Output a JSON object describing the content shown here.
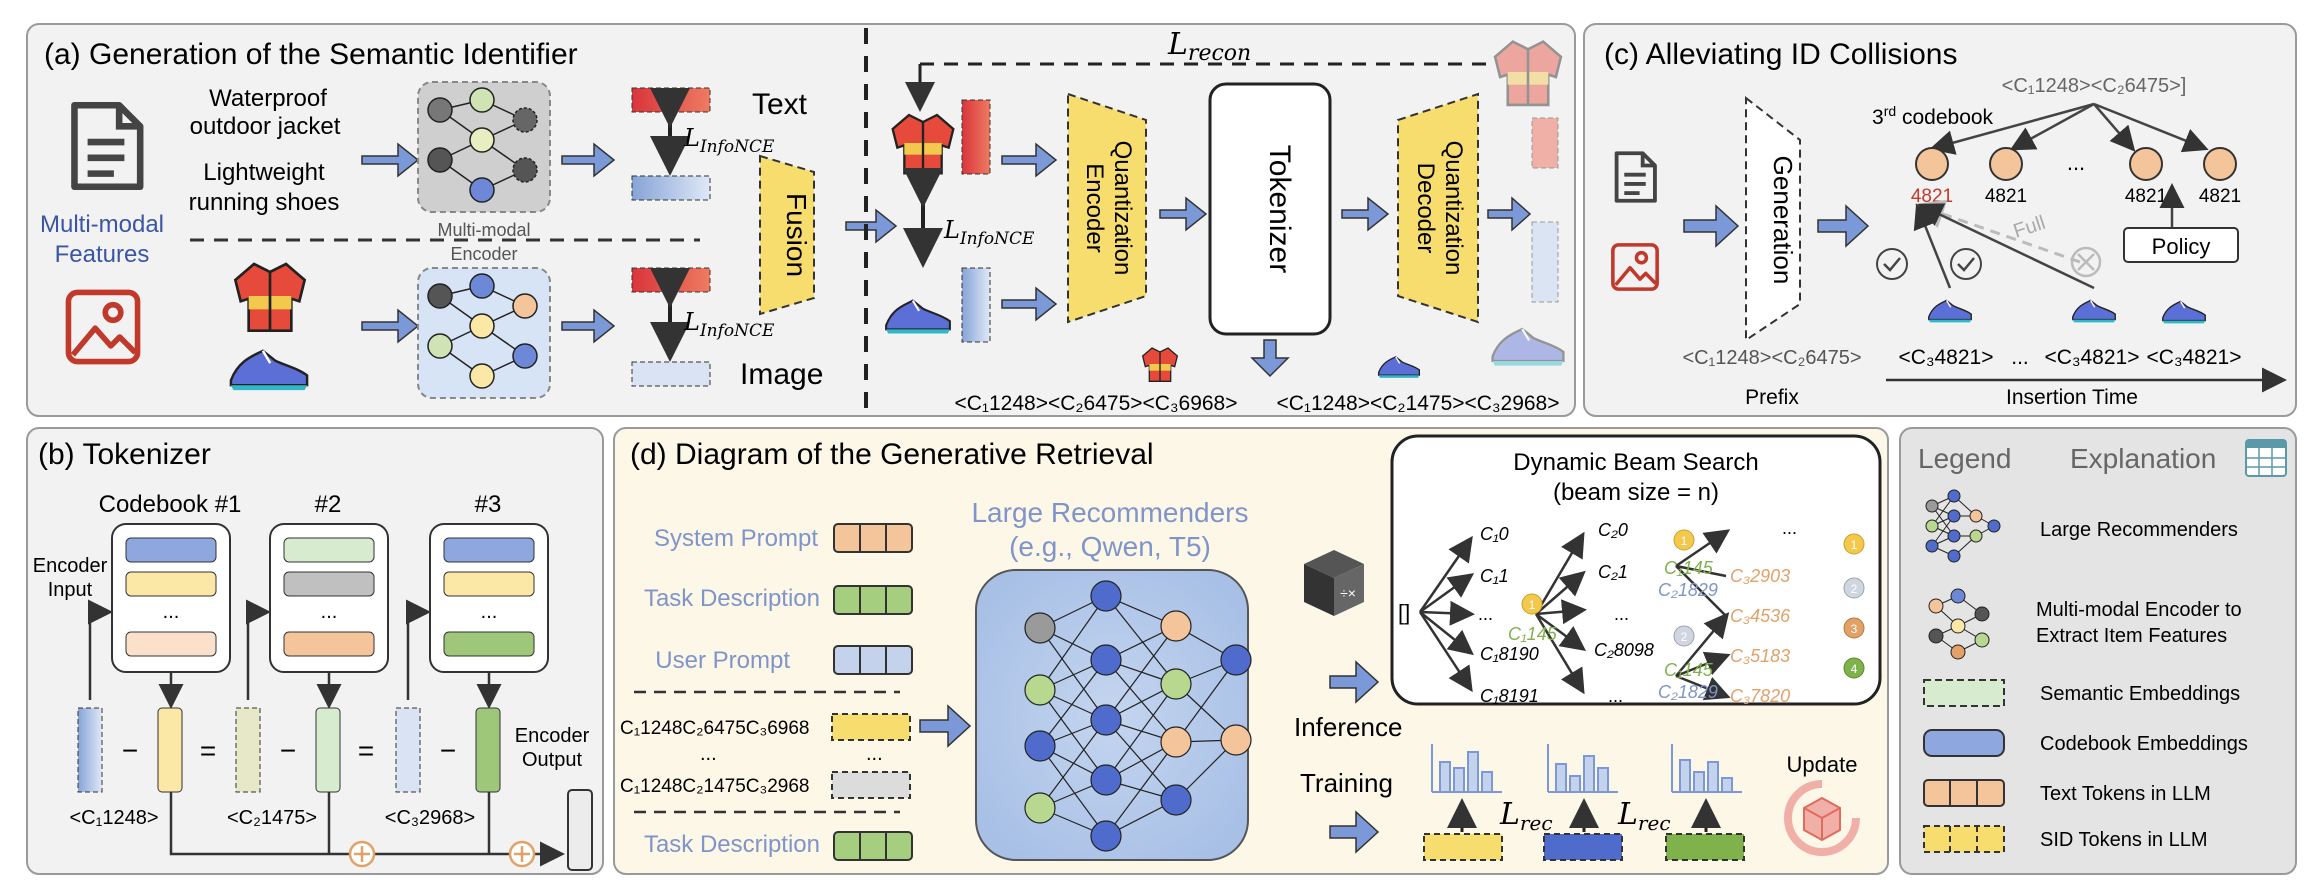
{
  "panel_a": {
    "title": "(a) Generation of the Semantic Identifier",
    "text_example_1": "Waterproof",
    "text_example_2": "outdoor jacket",
    "text_example_3": "Lightweight",
    "text_example_4": "running shoes",
    "features_1": "Multi-modal",
    "features_2": "Features",
    "encoder_1": "Multi-modal",
    "encoder_2": "Encoder",
    "loss_infonce": "L",
    "loss_infonce_sub": "InfoNCE",
    "text_label": "Text",
    "image_label": "Image",
    "fusion": "Fusion",
    "recon": "L",
    "recon_sub": "recon",
    "quant_encoder_1": "Quantization",
    "quant_encoder_2": "Encoder",
    "tokenizer": "Tokenizer",
    "quant_decoder_1": "Quantization",
    "quant_decoder_2": "Decoder",
    "sid_jacket": "<C₁1248><C₂6475><C₃6968>",
    "sid_shoe": "<C₁1248><C₂1475><C₃2968>"
  },
  "panel_b": {
    "title": "(b)  Tokenizer",
    "codebook_1": "Codebook #1",
    "codebook_2": "#2",
    "codebook_3": "#3",
    "encoder_input_1": "Encoder",
    "encoder_input_2": "Input",
    "encoder_output_1": "Encoder",
    "encoder_output_2": "Output",
    "dots": "...",
    "code_1": "<C₁1248>",
    "code_2": "<C₂1475>",
    "code_3": "<C₃2968>",
    "minus": "−",
    "equals": "="
  },
  "panel_c": {
    "title": "(c)  Alleviating ID Collisions",
    "generation": "Generation",
    "codebook3_base": "3",
    "codebook3_sup": "rd",
    "codebook3_rest": " codebook",
    "prefix_top": "<C₁1248><C₂6475>]",
    "node_1": "4821",
    "node_2": "4821",
    "node_3": "4821",
    "node_4": "4821",
    "dots": "...",
    "full": "Full",
    "policy": "Policy",
    "prefix_bottom": "<C₁1248><C₂6475>",
    "prefix_label": "Prefix",
    "id_1": "<C₃4821>",
    "id_dots": "...",
    "id_2": "<C₃4821>",
    "id_3": "<C₃4821>",
    "insertion_time": "Insertion Time"
  },
  "panel_d": {
    "title": "(d)  Diagram of the Generative Retrieval",
    "system_prompt": "System Prompt",
    "task_description": "Task Description",
    "user_prompt": "User Prompt",
    "sid_seq_1": "C₁1248C₂6475C₃6968",
    "sid_dots": "...",
    "sid_seq_2": "C₁1248C₂1475C₃2968",
    "task_description_2": "Task Description",
    "llm_1": "Large Recommenders",
    "llm_2": "(e.g., Qwen, T5)",
    "inference": "Inference",
    "training": "Training",
    "beam_title_1": "Dynamic Beam Search",
    "beam_title_2": "(beam size = n)",
    "beam_root": "[]",
    "c1_0": "C₁0",
    "c1_1": "C₁1",
    "c1_dots": "...",
    "c1_8190": "C₁8190",
    "c1_8191": "C₁8191",
    "c2_0": "C₂0",
    "c2_1": "C₂1",
    "c2_dots": "...",
    "c2_8098": "C₂8098",
    "c2_dots2": "...",
    "c1_145": "C₁145",
    "c2_145_a": "C₁145",
    "c2_1829_a": "C₂1829",
    "c2_145_b": "C₁145",
    "c2_1829_b": "C₂1829",
    "c3_dots": "...",
    "c3_2903": "C₃2903",
    "c3_4536": "C₃4536",
    "c3_5183": "C₃5183",
    "c3_7820": "C₃7820",
    "medal_1": "1",
    "medal_2": "2",
    "medal_3": "3",
    "medal_4": "4",
    "loss_rec": "L",
    "loss_rec_sub": "rec",
    "update": "Update"
  },
  "legend": {
    "title": "Legend",
    "explanation": "Explanation",
    "items": [
      "Large Recommenders",
      "Multi-modal Encoder to",
      "Extract Item Features",
      "Semantic Embeddings",
      "Codebook Embeddings",
      "Text Tokens in LLM",
      "SID Tokens in LLM"
    ]
  },
  "colors": {
    "panel_bg_gray": "#f2f2f2",
    "panel_bg_yellow": "#fdf7e8",
    "panel_border": "#9a9a9a",
    "arrow_blue": "#7b98d8",
    "quant_yellow": "#f7dd6d",
    "token_red": "#d9353b",
    "text_blue": "#7f95c9",
    "text_orange": "#e2a167",
    "text_green": "#7fb24a",
    "node_orange": "#f4c49a"
  }
}
